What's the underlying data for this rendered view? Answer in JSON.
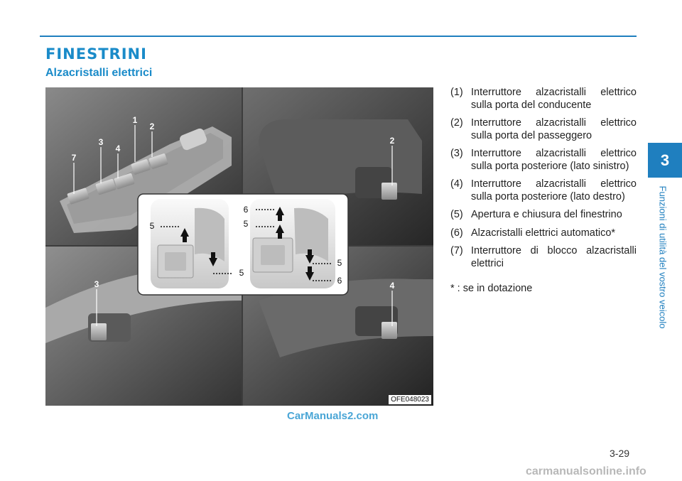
{
  "header": {
    "section_title": "FINESTRINI",
    "subsection_title": "Alzacristalli elettrici"
  },
  "figure": {
    "code": "OFE048023",
    "callouts": [
      "1",
      "2",
      "3",
      "4",
      "7",
      "2",
      "3",
      "4",
      "5",
      "5",
      "5",
      "5",
      "6",
      "6"
    ]
  },
  "legend": {
    "items": [
      {
        "num": "(1)",
        "text": "Interruttore alzacristalli elettrico sulla porta del conducente"
      },
      {
        "num": "(2)",
        "text": "Interruttore alzacristalli elettrico sulla porta del passeggero"
      },
      {
        "num": "(3)",
        "text": "Interruttore alzacristalli elettrico sulla porta posteriore (lato sinistro)"
      },
      {
        "num": "(4)",
        "text": "Interruttore alzacristalli elettrico sulla porta posteriore (lato destro)"
      },
      {
        "num": "(5)",
        "text": "Apertura e chiusura del finestrino"
      },
      {
        "num": "(6)",
        "text": "Alzacristalli elettrici automatico*"
      },
      {
        "num": "(7)",
        "text": "Interruttore di blocco alzacristalli elettrici"
      }
    ],
    "footnote": "* : se in dotazione"
  },
  "sidebar": {
    "chapter_number": "3",
    "chapter_title": "Funzioni di utilità del vostro veicolo"
  },
  "footer": {
    "page_number": "3-29",
    "watermark_top": "CarManuals2.com",
    "watermark_bottom": "carmanualsonline.info"
  },
  "colors": {
    "accent": "#1f7fbf",
    "title": "#1a8bc9"
  }
}
